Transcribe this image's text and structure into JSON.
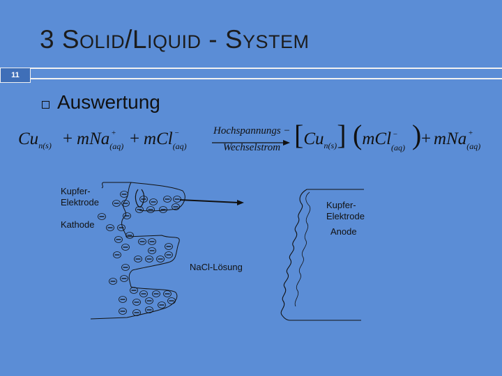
{
  "slide": {
    "title_number": "3 ",
    "title_s1": "S",
    "title_s1_rest": "OLID",
    "title_slash": "/",
    "title_l": "L",
    "title_l_rest": "IQUID",
    "title_dash": " - ",
    "title_s2": "S",
    "title_s2_rest": "YSTEM",
    "page_number": "11",
    "heading": "Auswertung"
  },
  "equation": {
    "cu": "Cu",
    "cu_sub": "n(s)",
    "plus1": "+",
    "mna": "m",
    "na": "Na",
    "na_sup": "+",
    "na_sub": "(aq)",
    "plus2": "+",
    "mcl": "m",
    "cl": "Cl",
    "cl_sup": "−",
    "cl_sub": "(aq)",
    "arrow_top": "Hochspannungs −",
    "arrow_bottom": "Wechselstrom",
    "p_cu": "Cu",
    "p_cu_sub": "n(s)",
    "p_mcl": "m",
    "p_cl": "Cl",
    "p_cl_sup": "−",
    "p_cl_sub": "(aq)",
    "p_plus": "+",
    "p_mna": "m",
    "p_na": "Na",
    "p_na_sup": "+",
    "p_na_sub": "(aq)"
  },
  "diagram": {
    "left_electrode_label_1": "Kupfer-",
    "left_electrode_label_2": "Elektrode",
    "cathode_label": "Kathode",
    "right_electrode_label_1": "Kupfer-",
    "right_electrode_label_2": "Elektrode",
    "anode_label": "Anode",
    "solution_label": "NaCl-Lösung",
    "ion_symbol": "−"
  },
  "colors": {
    "background": "#5b8dd6",
    "rule": "#f2f2f2",
    "ink": "#111111"
  }
}
